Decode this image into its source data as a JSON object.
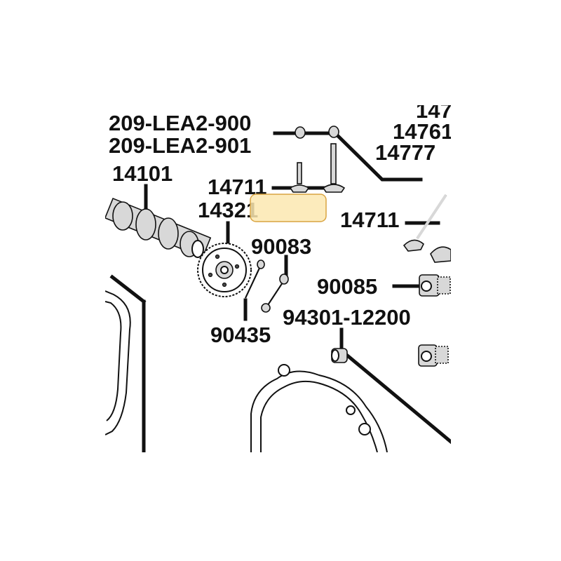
{
  "diagram": {
    "labels": {
      "p209a": "209-LEA2-900",
      "p209b": "209-LEA2-901",
      "p14101": "14101",
      "p14711a": "14711",
      "p14321": "14321",
      "p90083": "90083",
      "p90435": "90435",
      "p147": "147",
      "p14761": "14761",
      "p14777": "14777",
      "p14711b": "14711",
      "p90085": "90085",
      "p94301": "94301-12200"
    },
    "colors": {
      "ink": "#111111",
      "highlight_fill": "#fbe7b0",
      "highlight_stroke": "#d9a441"
    }
  }
}
